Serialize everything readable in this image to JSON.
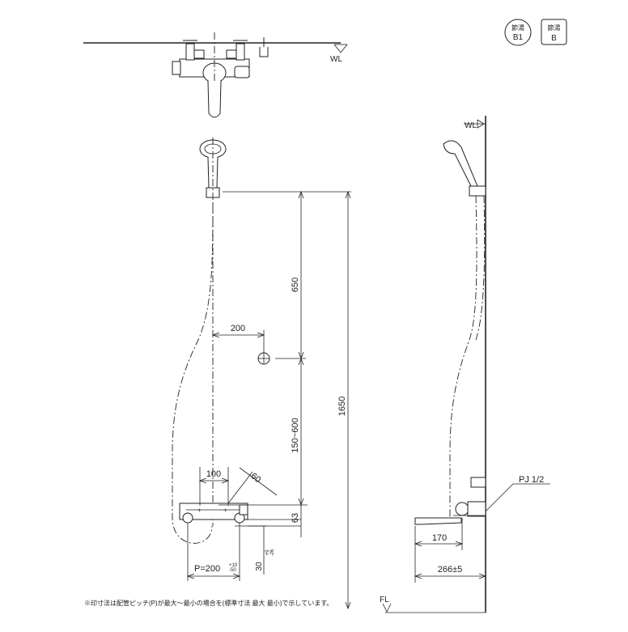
{
  "badges": {
    "b1_top": "節湯",
    "b1_bottom": "B1",
    "b_top": "節湯",
    "b_bottom": "B"
  },
  "labels": {
    "wl_top": "WL",
    "wl_side": "WL",
    "fl": "FL",
    "pj": "PJ 1/2"
  },
  "dimensions": {
    "d650": "650",
    "d1650": "1650",
    "d200": "200",
    "d150_600": "150~600",
    "d100": "100",
    "d60": "60",
    "d63": "63",
    "d30": "30",
    "d30_tol": "+9\n-26",
    "p_label": "P=200",
    "p_tol": "+10\n-50",
    "d170": "170",
    "d266": "266±5"
  },
  "footnote": "※印寸法は配管ピッチ(P)が最大～最小の場合を(標準寸法 最大 最小)で示しています。"
}
